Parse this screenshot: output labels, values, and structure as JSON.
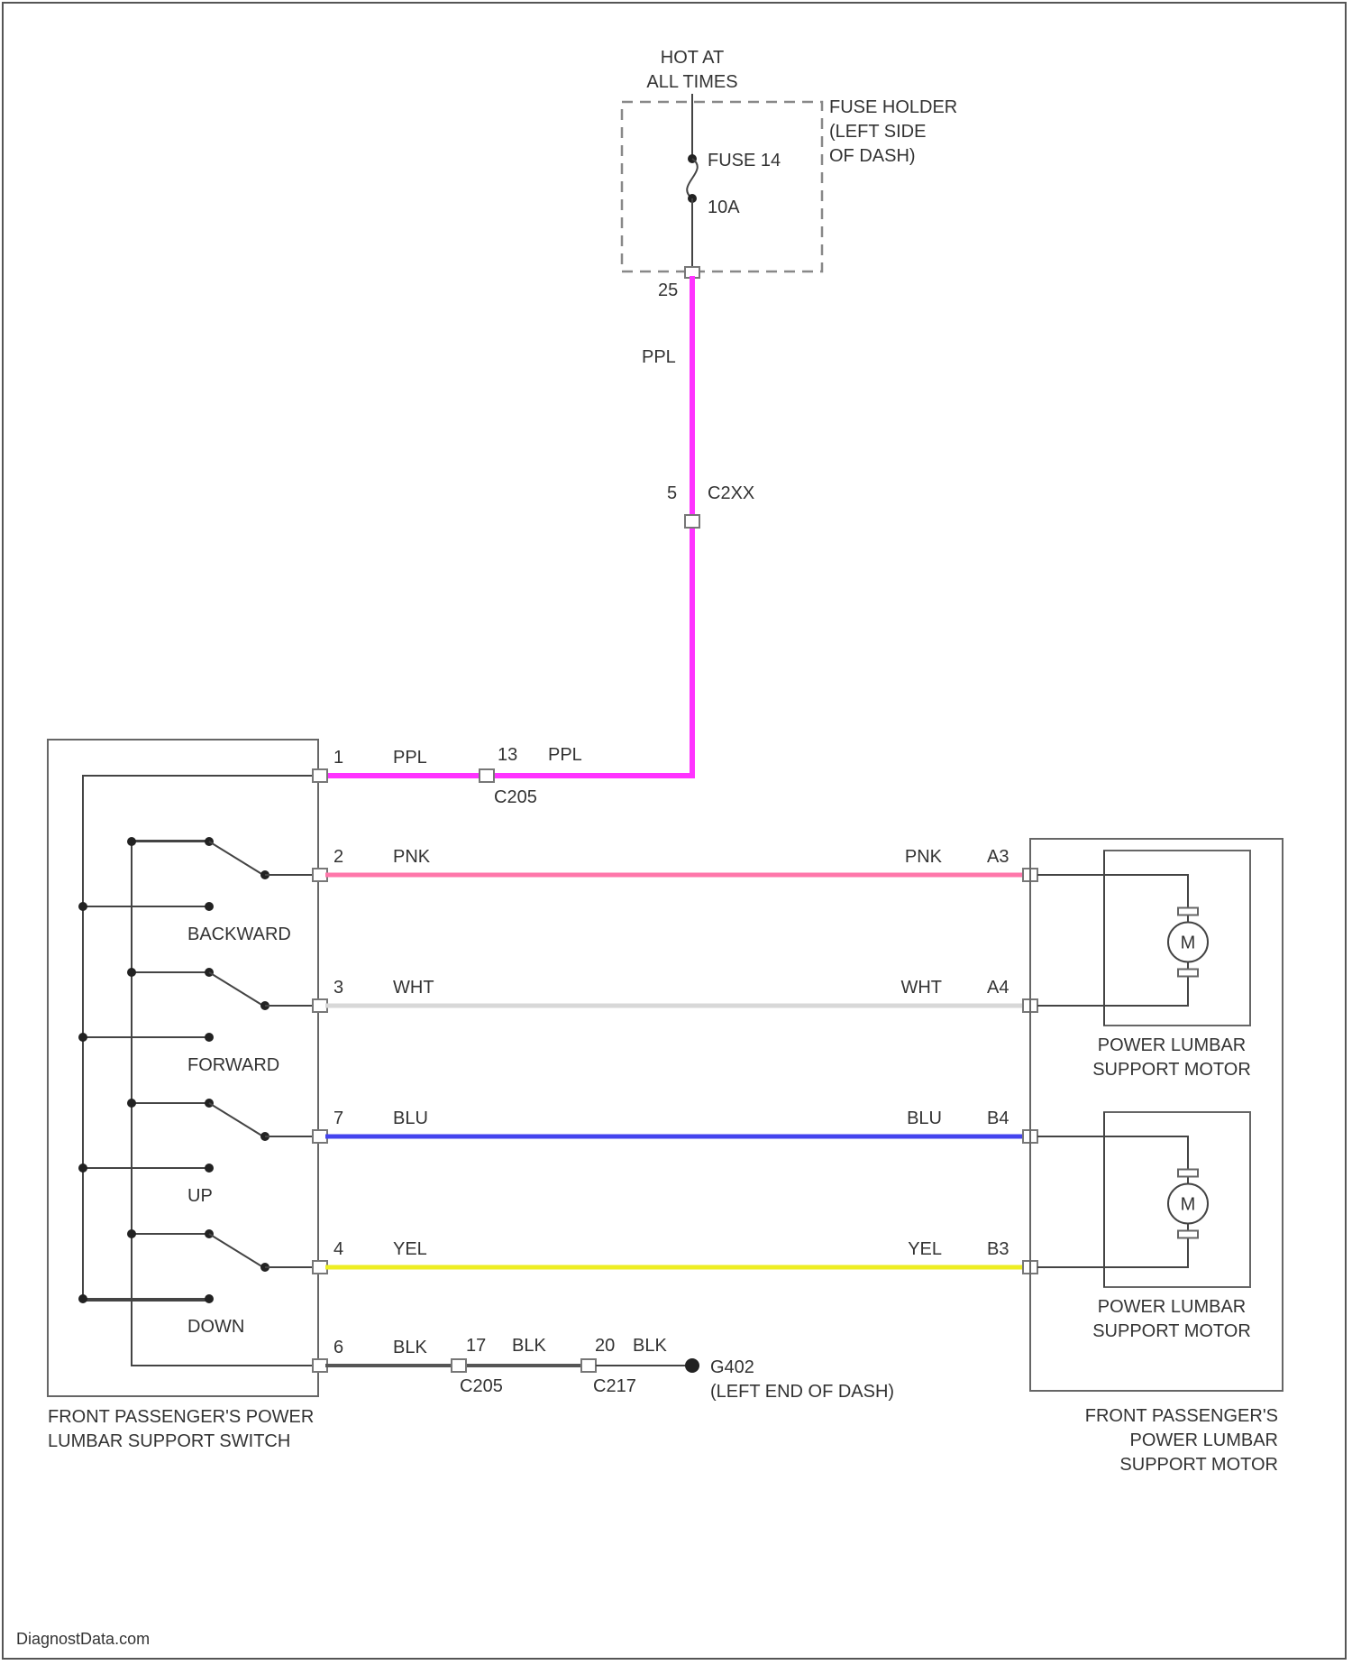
{
  "power_source": {
    "line1": "HOT AT",
    "line2": "ALL TIMES"
  },
  "fuse_holder": {
    "label_line1": "FUSE HOLDER",
    "label_line2": "(LEFT SIDE",
    "label_line3": "OF DASH)",
    "fuse_name": "FUSE 14",
    "fuse_rating": "10A",
    "pin": "25"
  },
  "connectors": {
    "c2xx_pin": "5",
    "c2xx_name": "C2XX",
    "c205_pin": "13",
    "c205_name": "C205",
    "gnd_c205_pin": "17",
    "gnd_c205_name": "C205",
    "gnd_c217_pin": "20",
    "gnd_c217_name": "C217"
  },
  "wires": [
    {
      "pin_sw": "1",
      "color_code": "PPL",
      "color": "#ff33ff"
    },
    {
      "pin_sw": "2",
      "color_code": "PNK",
      "color": "#ff77aa",
      "pin_motor": "A3"
    },
    {
      "pin_sw": "3",
      "color_code": "WHT",
      "color": "#d8d8d8",
      "pin_motor": "A4"
    },
    {
      "pin_sw": "7",
      "color_code": "BLU",
      "color": "#4444ee",
      "pin_motor": "B4"
    },
    {
      "pin_sw": "4",
      "color_code": "YEL",
      "color": "#eeee22",
      "pin_motor": "B3"
    },
    {
      "pin_sw": "6",
      "color_code": "BLK",
      "color": "#555555"
    }
  ],
  "switch_positions": [
    "BACKWARD",
    "FORWARD",
    "UP",
    "DOWN"
  ],
  "ground": {
    "name": "G402",
    "location": "(LEFT END OF DASH)"
  },
  "switch_component": {
    "line1": "FRONT PASSENGER'S POWER",
    "line2": "LUMBAR SUPPORT SWITCH"
  },
  "motor_sub": {
    "line1": "POWER LUMBAR",
    "line2": "SUPPORT MOTOR",
    "symbol": "M"
  },
  "motor_component": {
    "line1": "FRONT PASSENGER'S",
    "line2": "POWER LUMBAR",
    "line3": "SUPPORT MOTOR"
  },
  "watermark": "DiagnostData.com"
}
